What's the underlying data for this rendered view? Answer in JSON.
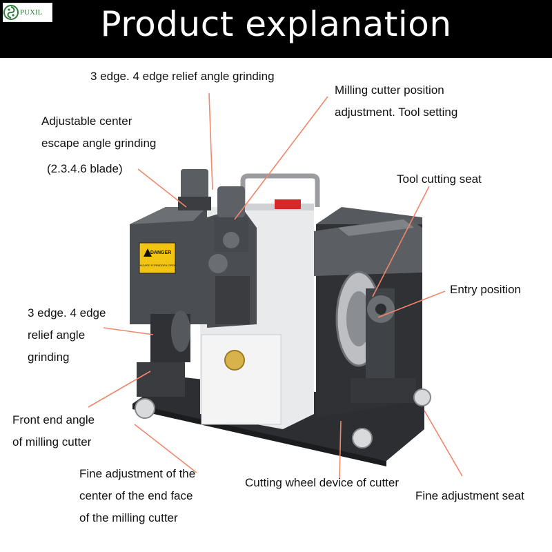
{
  "header": {
    "title": "Product explanation",
    "logo_text": "PUXIL",
    "logo_color": "#2f7a3a",
    "banner_color": "#000000"
  },
  "warning_label": {
    "line1": "DANGER",
    "line2": "HAZARD  FORBIDDEN  OPEN",
    "color": "#f2c515"
  },
  "labels": {
    "relief_top": "3 edge. 4 edge relief angle grinding",
    "milling_pos_1": "Milling cutter position",
    "milling_pos_2": "adjustment. Tool setting",
    "adjustable_1": "Adjustable center",
    "adjustable_2": "escape angle grinding",
    "adjustable_3": "(2.3.4.6 blade)",
    "tool_seat": "Tool cutting seat",
    "entry": "Entry position",
    "relief_left_1": "3 edge. 4 edge",
    "relief_left_2": "relief angle",
    "relief_left_3": "grinding",
    "front_end_1": "Front end angle",
    "front_end_2": "of milling cutter",
    "fine_center_1": "Fine adjustment of the",
    "fine_center_2": "center of the end face",
    "fine_center_3": "of the milling cutter",
    "cutting_wheel": "Cutting wheel device of cutter",
    "fine_seat": "Fine adjustment seat"
  },
  "colors": {
    "leader_line": "#f0876a",
    "machine_dark": "#4a4d52",
    "machine_body": "#e9eaec",
    "indicator": "#d62828"
  }
}
